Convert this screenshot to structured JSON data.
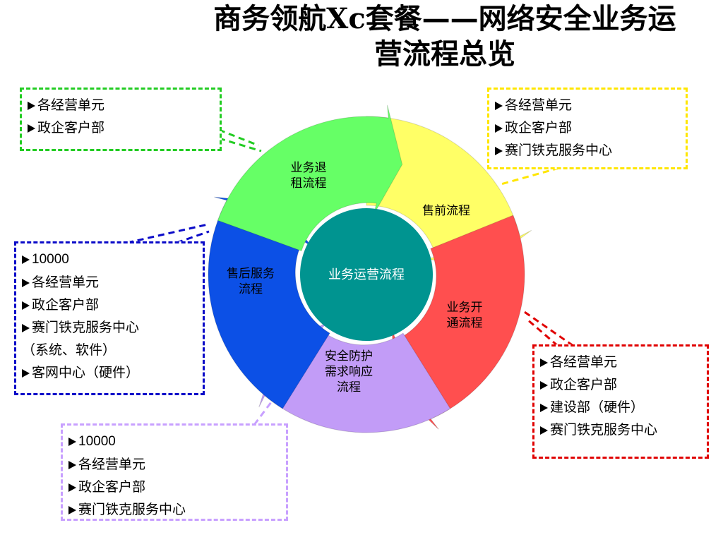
{
  "title": {
    "line1": "商务领航Xc套餐——网络安全业务运",
    "line2": "营流程总览"
  },
  "center": {
    "label": "业务运营流程",
    "color": "#009490"
  },
  "segments": [
    {
      "id": "presale",
      "lines": [
        "售前流程"
      ],
      "color": "#ffff66"
    },
    {
      "id": "activation",
      "lines": [
        "业务开",
        "通流程"
      ],
      "color": "#ff4f4f"
    },
    {
      "id": "security",
      "lines": [
        "安全防护",
        "需求响应",
        "流程"
      ],
      "color": "#c29cf7"
    },
    {
      "id": "aftersale",
      "lines": [
        "售后服务",
        "流程"
      ],
      "color": "#0c50e6"
    },
    {
      "id": "withdrawal",
      "lines": [
        "业务退",
        "租流程"
      ],
      "color": "#66ff66"
    }
  ],
  "boxes": {
    "green": {
      "color": "#22cc22",
      "items": [
        "各经营单元",
        "政企客户部"
      ]
    },
    "yellow": {
      "color": "#ffe600",
      "items": [
        "各经营单元",
        "政企客户部",
        "赛门铁克服务中心"
      ]
    },
    "blue": {
      "color": "#0a0ac8",
      "items": [
        "10000",
        "各经营单元",
        "政企客户部",
        "赛门铁克服务中心",
        "（系统、软件）",
        "客网中心（硬件）"
      ]
    },
    "red": {
      "color": "#e00000",
      "items": [
        "各经营单元",
        "政企客户部",
        "建设部（硬件）",
        "赛门铁克服务中心"
      ]
    },
    "purple": {
      "color": "#c8a0ff",
      "items": [
        "10000",
        "各经营单元",
        "政企客户部",
        "赛门铁克服务中心"
      ]
    }
  }
}
